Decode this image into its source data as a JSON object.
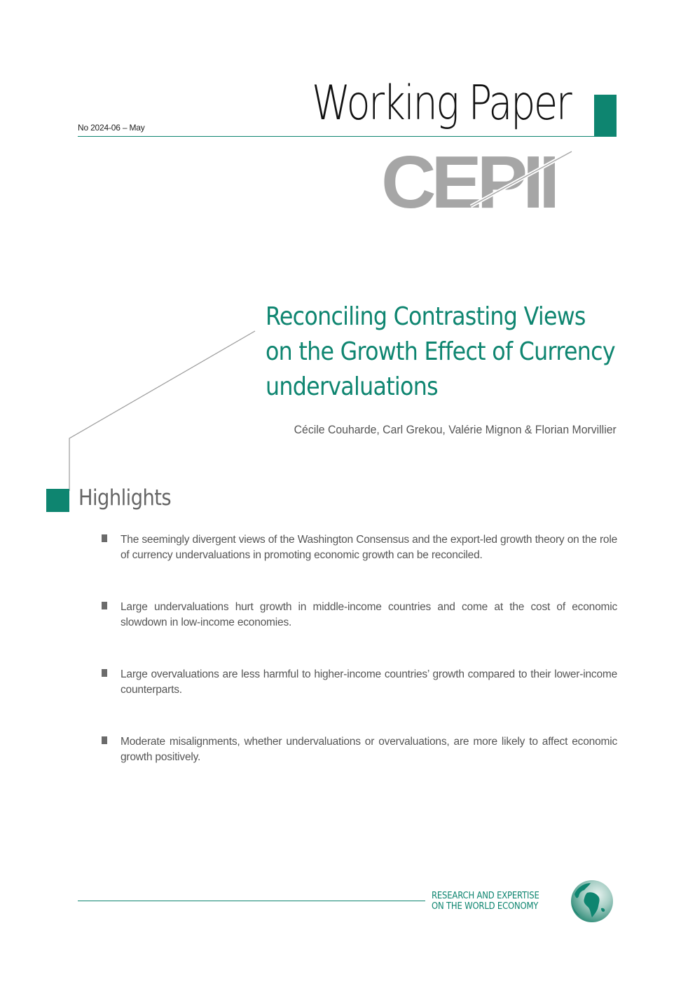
{
  "header": {
    "issue": "No 2024-06 – May",
    "doc_type": "Working Paper",
    "logo_text": "CEPII"
  },
  "paper": {
    "title_lines": [
      "Reconciling Contrasting Views",
      "on the Growth Effect of Currency",
      "undervaluations"
    ],
    "authors": "Cécile Couharde, Carl Grekou, Valérie Mignon & Florian Morvillier"
  },
  "highlights": {
    "heading": "Highlights",
    "items": [
      "The seemingly divergent views of the Washington Consensus and the export-led growth theory on the role of currency undervaluations in promoting economic growth can be reconciled.",
      "Large undervaluations hurt growth in middle-income countries and come at the cost of economic slowdown in low-income economies.",
      "Large overvaluations are less harmful to higher-income countries’ growth compared to their lower-income counterparts.",
      "Moderate misalignments, whether undervaluations or overvaluations, are more likely to affect economic growth positively."
    ]
  },
  "footer": {
    "tagline_line1": "RESEARCH AND EXPERTISE",
    "tagline_line2": "ON THE WORLD ECONOMY",
    "globe_icon": "globe-icon"
  },
  "colors": {
    "accent": "#0e8570",
    "logo_gray": "#a6a6a6",
    "text": "#555555"
  }
}
